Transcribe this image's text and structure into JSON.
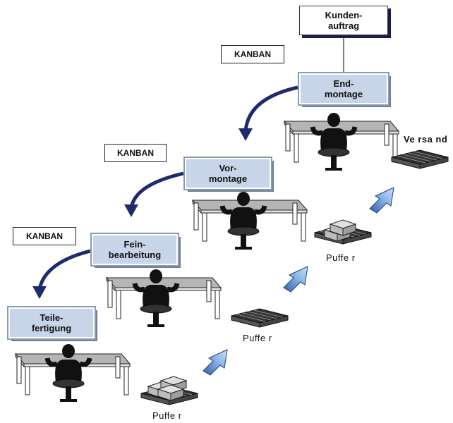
{
  "order_box": {
    "label": "Kunden-\nauftrag"
  },
  "stages": [
    {
      "label": "End-\nmontage"
    },
    {
      "label": "Vor-\nmontage"
    },
    {
      "label": "Fein-\nbearbeitung"
    },
    {
      "label": "Teile-\nfertigung"
    }
  ],
  "kanban_cards": [
    {
      "label": "KANBAN"
    },
    {
      "label": "KANBAN"
    },
    {
      "label": "KANBAN"
    }
  ],
  "buffers": [
    {
      "label": "Puffe r"
    },
    {
      "label": "Puffe r"
    },
    {
      "label": "Puffe r"
    }
  ],
  "shipping": {
    "label": "Ve rsa nd"
  },
  "colors": {
    "stage_fill": "#c8d4e8",
    "stage_border": "#8c9bb4",
    "kanban_arrow": "#1f2a6e",
    "flow_arrow": "#7aa8e0",
    "table_top": "#b5b5b5"
  }
}
